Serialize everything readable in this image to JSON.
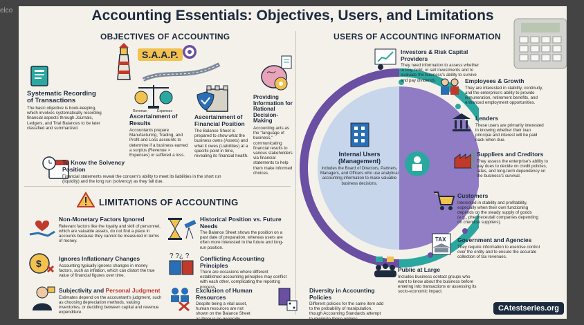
{
  "page": {
    "left_text": "elco",
    "title": "Accounting Essentials: Objectives, Users, and Limitations",
    "badge": "CAtestseries.org"
  },
  "objectives": {
    "heading": "OBJECTIVES OF ACCOUNTING",
    "saap": "S.A.A.P.",
    "coin_revenue": "Revenue",
    "coin_expense": "Expenses",
    "items": [
      {
        "title": "Systematic Recording of Transactions",
        "body": "The basic objective is book-keeping, which involves systematically recording financial aspects through Journals, Ledgers, and Trial Balances to be later classified and summarized."
      },
      {
        "title": "Ascertainment of Results",
        "body": "Accountants prepare Manufacturing, Trading, and Profit and Loss accounts to determine if a business earned a surplus (Revenue > Expenses) or suffered a loss."
      },
      {
        "title": "Ascertainment of Financial Position",
        "body": "The Balance Sheet is prepared to show what the business owns (Assets) and what it owes (Liabilities) at a specific point in time, revealing its financial health."
      },
      {
        "title": "Providing Information for Rational Decision-Making",
        "body": "Accounting acts as the \"language of business,\" communicating financial results to various stakeholders via financial statements to help them make informed choices."
      },
      {
        "title": "To Know the Solvency Position",
        "body": "Financial statements reveal the concern's ability to meet its liabilities in the short run (liquidity) and the long run (solvency) as they fall due."
      }
    ]
  },
  "limitations": {
    "heading": "LIMITATIONS OF ACCOUNTING",
    "items": [
      {
        "title": "Non-Monetary Factors Ignored",
        "body": "Relevant factors like the loyalty and skill of personnel, which are valuable assets, do not find a place in accounts because they cannot be measured in terms of money."
      },
      {
        "title": "Historical Position vs. Future Needs",
        "body": "The Balance Sheet shows the position on a past date of preparation, whereas users are often more interested in the future and long-run position."
      },
      {
        "title": "Ignores Inflationary Changes",
        "body": "Accounting typically ignores changes in money factors, such as inflation, which can distort the true value of financial figures over time."
      },
      {
        "title": "Conflicting Accounting Principles",
        "body": "There are occasions where different established accounting principles may conflict with each other, complicating the reporting process."
      },
      {
        "title_a": "Subjectivity and ",
        "title_b": "Personal Judgment",
        "body": "Estimates depend on the accountant's judgment, such as choosing depreciation methods, valuing inventories, or deciding between capital and revenue expenditure."
      },
      {
        "title": "Exclusion of Human Resources",
        "body": "Despite being a vital asset, human resources are not shown on the Balance Sheet as there is no generally accepted formula for their monetary valuation."
      },
      {
        "title": "Diversity in Accounting Policies",
        "body": "Different policies for the same item add to the probability of manipulation, though Accounting Standards attempt to minimize these options."
      }
    ]
  },
  "users": {
    "heading": "USERS OF ACCOUNTING INFORMATION",
    "internal": {
      "title_a": "Internal Users",
      "title_b": "(Management)",
      "body": "Includes the Board of Directors, Partners, Managers, and Officers who use analytical accounting information to make valuable business decisions."
    },
    "items": [
      {
        "title": "Investors & Risk Capital Providers",
        "body": "They need information to assess whether to buy, hold, or sell investments and to evaluate the business's ability to survive and pay dividends."
      },
      {
        "title": "Employees & Growth",
        "body": "They are interested in stability, continuity, and the enterprise's ability to provide remuneration, retirement benefits, and enhanced employment opportunities."
      },
      {
        "title": "Lenders",
        "body": "These users are primarily interested in knowing whether their loan principal and interest will be paid back when due."
      },
      {
        "title": "Suppliers and Creditors",
        "body": "They assess the enterprise's ability to pay dues to decide on credit policies, rates, and long-term dependency on the business's survival."
      },
      {
        "title": "Customers",
        "body": "Interested in stability and profitability, especially when their own functioning depends on the steady supply of goods (e.g., phermeceutall companies depending on chemical suppliers)."
      },
      {
        "title": "Government and Agencies",
        "body": "They require information to exercise control over the entity and to ensure the accurate collection of tax revenues."
      },
      {
        "title": "Public at Large",
        "body": "Includes business contact groups who want to know about the business before entering into transactions or assessing its socio-economic impact."
      }
    ],
    "tax_label": "TAX"
  },
  "colors": {
    "navy": "#1c2a3e",
    "teal": "#2aa8a0",
    "purple": "#6a4fa3",
    "gold": "#f2c14e",
    "red": "#c0392b"
  }
}
